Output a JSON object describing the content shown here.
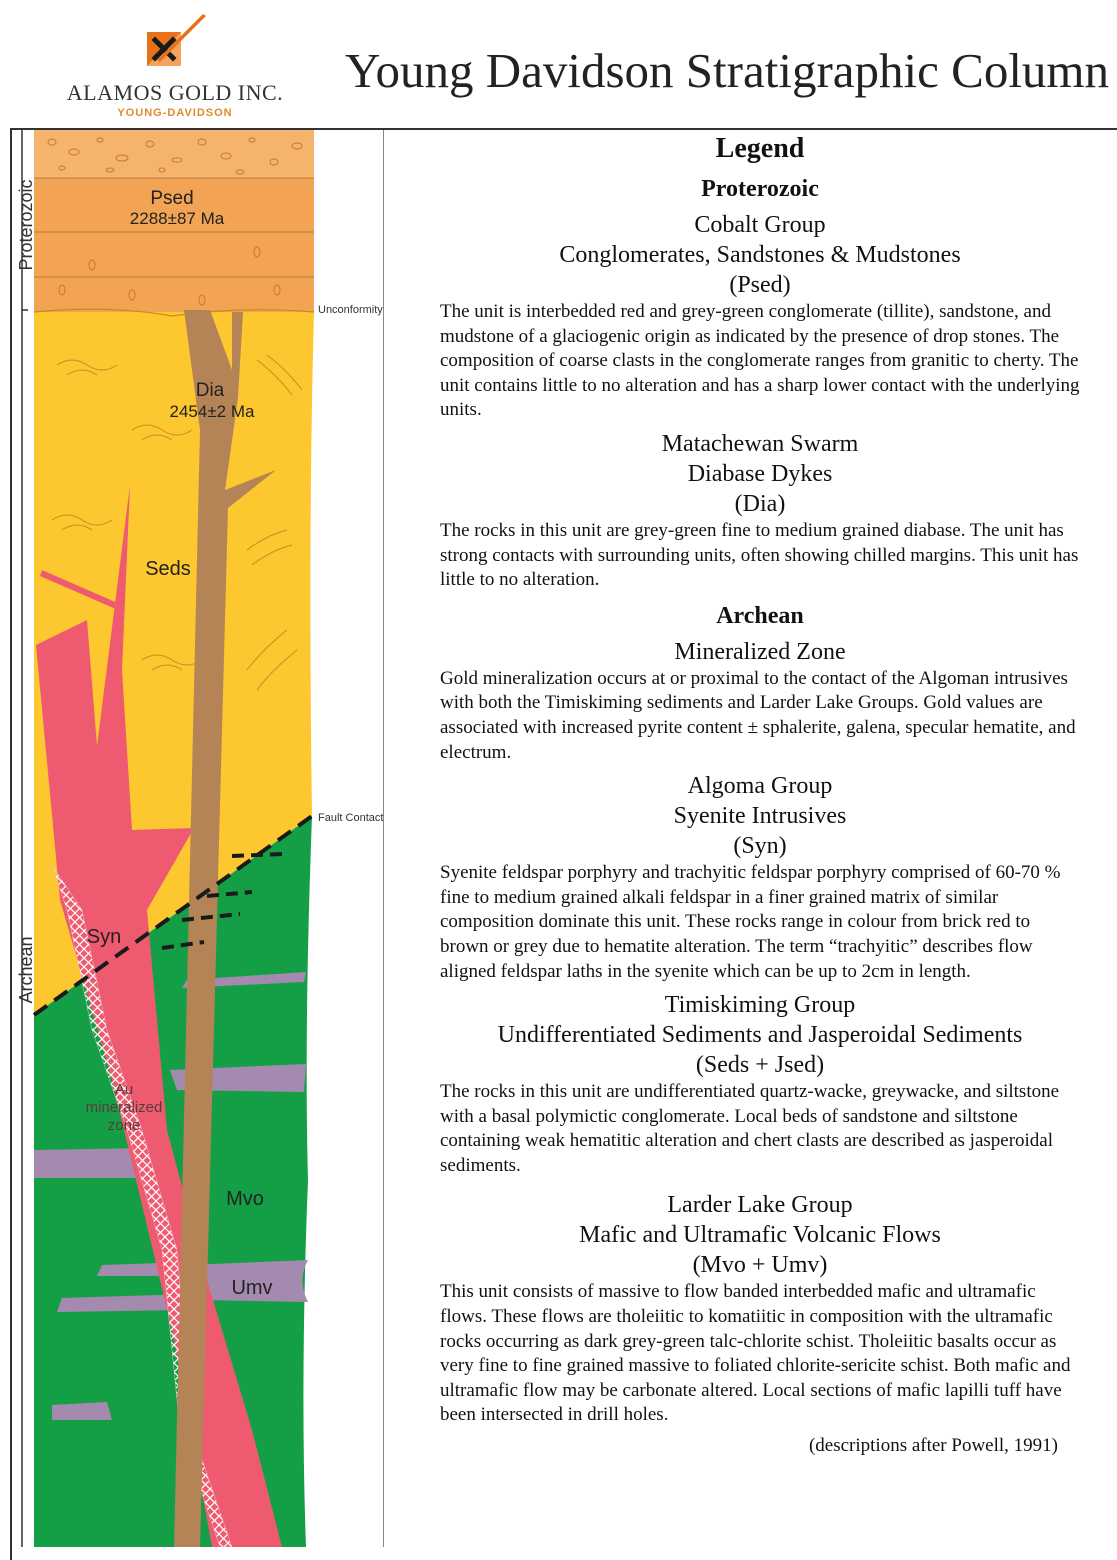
{
  "header": {
    "company": "ALAMOS GOLD INC.",
    "site": "YOUNG-DAVIDSON",
    "title": "Young Davidson Stratigraphic Column"
  },
  "colors": {
    "proterozoic_sed": "#f3a354",
    "timiskaming_seds": "#fdc72f",
    "syenite": "#ee5a70",
    "diabase": "#b58456",
    "volcanics": "#149f46",
    "ultramafic": "#a58ab0",
    "brand_orange": "#e8721c"
  },
  "column": {
    "era_labels": [
      "Proterozoic",
      "Archean"
    ],
    "unit_labels": {
      "psed": "Psed",
      "psed_age": "2288±87 Ma",
      "dia": "Dia",
      "dia_age": "2454±2 Ma",
      "seds": "Seds",
      "syn": "Syn",
      "au_line1": "Au",
      "au_line2": "mineralized",
      "au_line3": "zone",
      "mvo": "Mvo",
      "umv": "Umv"
    },
    "contacts": [
      "Unconformity",
      "Fault Contact"
    ]
  },
  "legend": {
    "title": "Legend",
    "proterozoic": {
      "era": "Proterozoic",
      "units": [
        {
          "lines": [
            "Cobalt Group",
            "Conglomerates, Sandstones & Mudstones",
            "(Psed)"
          ],
          "description": "The unit is interbedded red and grey-green conglomerate (tillite), sandstone, and mudstone of a glaciogenic origin as indicated by the presence of drop stones. The composition of coarse clasts in the conglomerate ranges from granitic to cherty. The unit contains little to no alteration and has a sharp lower contact with the underlying units."
        },
        {
          "lines": [
            "Matachewan Swarm",
            "Diabase Dykes",
            "(Dia)"
          ],
          "description": "The rocks in this unit are grey-green fine to medium grained diabase. The unit has strong contacts with surrounding units, often showing chilled margins. This unit has little to no alteration."
        }
      ]
    },
    "archean": {
      "era": "Archean",
      "units": [
        {
          "lines": [
            "Mineralized Zone"
          ],
          "description": "Gold mineralization occurs at or proximal to the contact of the Algoman intrusives with both the Timiskiming sediments and Larder Lake Groups. Gold values are associated with increased pyrite content ± sphalerite, galena, specular hematite, and electrum."
        },
        {
          "lines": [
            "Algoma Group",
            "Syenite Intrusives",
            "(Syn)"
          ],
          "description": "Syenite feldspar porphyry and trachyitic feldspar porphyry comprised of 60-70 % fine to medium grained alkali feldspar in a finer grained matrix of similar composition dominate this unit. These rocks range in colour from brick red to brown or grey due to hematite alteration. The term “trachyitic” describes flow aligned feldspar laths in the syenite which can be up to 2cm in length."
        },
        {
          "lines": [
            "Timiskiming Group",
            "Undifferentiated Sediments and Jasperoidal Sediments",
            "(Seds + Jsed)"
          ],
          "description": "The rocks in this unit are undifferentiated quartz-wacke, greywacke, and siltstone with a basal polymictic conglomerate. Local beds of sandstone and siltstone containing weak hematitic alteration and chert clasts are described as jasperoidal sediments."
        },
        {
          "lines": [
            "Larder Lake Group",
            "Mafic and Ultramafic Volcanic Flows",
            "(Mvo + Umv)"
          ],
          "description": "This unit consists of massive to flow banded interbedded mafic and ultramafic flows. These flows are tholeiitic to komatiitic in composition with the ultramafic rocks occurring as dark grey-green talc-chlorite schist. Tholeiitic basalts occur as very fine to fine grained massive to foliated chlorite-sericite schist. Both mafic and ultramafic flow may be carbonate altered. Local sections of mafic lapilli tuff have been intersected in drill holes."
        }
      ]
    },
    "citation": "(descriptions after Powell, 1991)"
  }
}
